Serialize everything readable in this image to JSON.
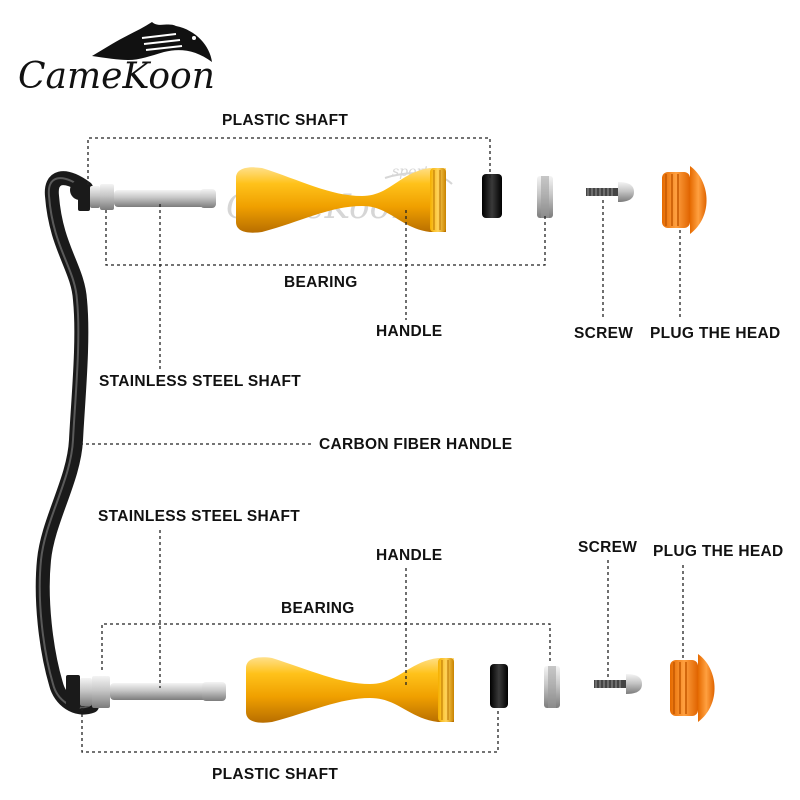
{
  "brand": {
    "name": "CameKoon",
    "watermark_text": "CameKoon",
    "watermark_tag": "sport"
  },
  "colors": {
    "handle_gold": "#f2a400",
    "plug_orange": "#f07a10",
    "carbon_black": "#1a1a1a",
    "steel": "#c8c8c8"
  },
  "top_assembly": {
    "plastic_shaft": "PLASTIC SHAFT",
    "bearing": "BEARING",
    "handle": "HANDLE",
    "screw": "SCREW",
    "plug_head": "PLUG THE HEAD",
    "stainless_shaft": "STAINLESS STEEL SHAFT"
  },
  "carbon_fiber_handle": "CARBON FIBER HANDLE",
  "bottom_assembly": {
    "stainless_shaft": "STAINLESS STEEL SHAFT",
    "handle": "HANDLE",
    "screw": "SCREW",
    "plug_head": "PLUG THE HEAD",
    "bearing": "BEARING",
    "plastic_shaft": "PLASTIC SHAFT"
  }
}
